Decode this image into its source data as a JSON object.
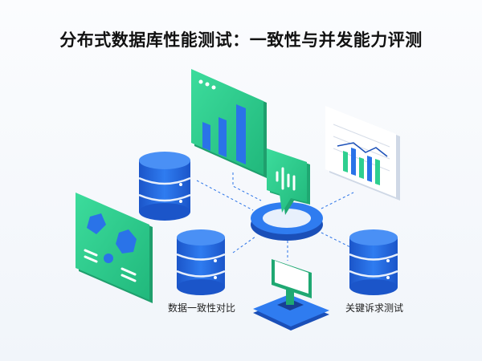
{
  "title": "分布式数据库性能测试：一致性与并发能力评测",
  "labels": {
    "consistency": "数据一致性对比",
    "requirements": "关键诉求测试"
  },
  "colors": {
    "green": "#2ecf8f",
    "blue": "#2a73e8",
    "dark_blue": "#1a4fb8"
  }
}
